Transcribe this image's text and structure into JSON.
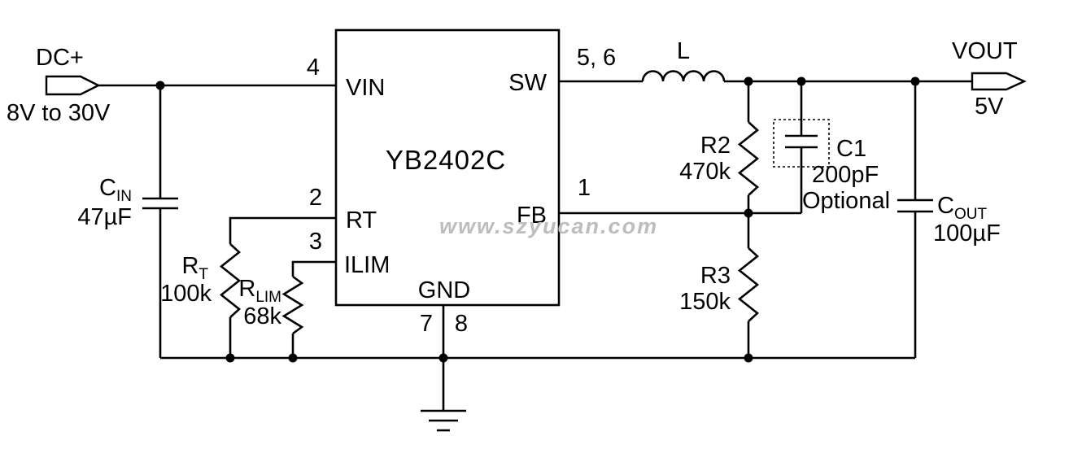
{
  "watermark": "www.szyucan.com",
  "input": {
    "label": "DC+",
    "range": "8V to 30V"
  },
  "output": {
    "label": "VOUT",
    "value": "5V"
  },
  "ic": {
    "name": "YB2402C",
    "pins": {
      "vin": {
        "num": "4",
        "label": "VIN"
      },
      "rt": {
        "num": "2",
        "label": "RT"
      },
      "ilim": {
        "num": "3",
        "label": "ILIM"
      },
      "sw": {
        "num": "5, 6",
        "label": "SW"
      },
      "fb": {
        "num": "1",
        "label": "FB"
      },
      "gnd": {
        "label": "GND",
        "num7": "7",
        "num8": "8"
      }
    }
  },
  "components": {
    "cin": {
      "ref": "C",
      "sub": "IN",
      "value": "47µF"
    },
    "rt": {
      "ref": "R",
      "sub": "T",
      "value": "100k"
    },
    "rlim": {
      "ref": "R",
      "sub": "LIM",
      "value": "68k"
    },
    "l": {
      "ref": "L"
    },
    "r2": {
      "ref": "R2",
      "value": "470k"
    },
    "r3": {
      "ref": "R3",
      "value": "150k"
    },
    "c1": {
      "ref": "C1",
      "value": "200pF",
      "note": "Optional"
    },
    "cout": {
      "ref": "C",
      "sub": "OUT",
      "value": "100µF"
    }
  }
}
